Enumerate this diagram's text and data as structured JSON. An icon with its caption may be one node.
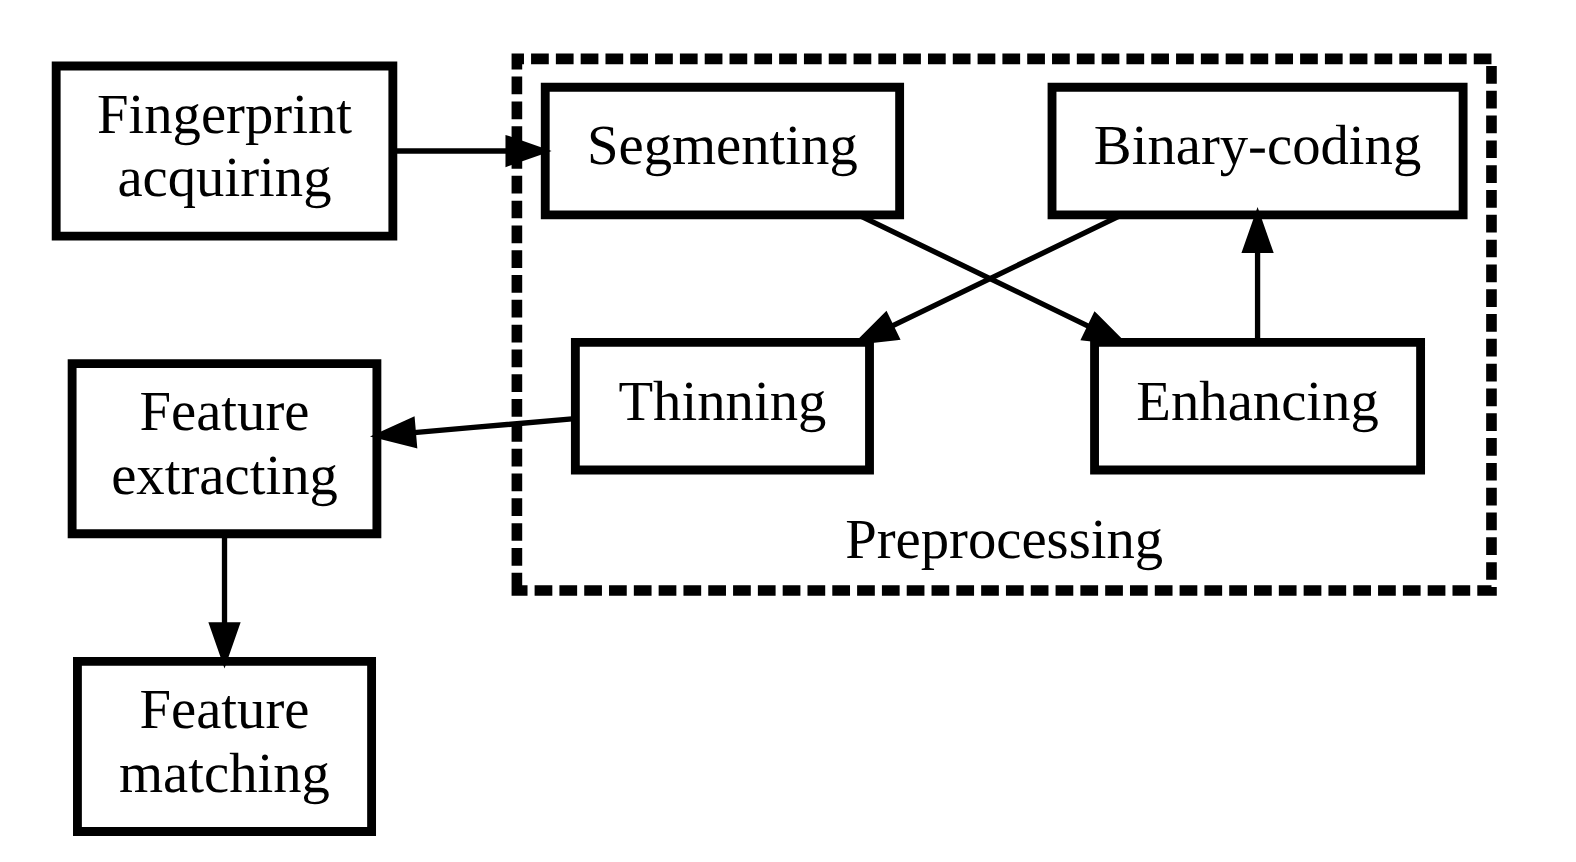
{
  "diagram": {
    "nodes": [
      {
        "text": [
          "Fingerprint acquiring"
        ]
      },
      {
        "text": [
          "Preprocessing"
        ]
      },
      {
        "text": [
          "Segmenting"
        ],
        "in": 1
      },
      {
        "text": [
          "Enhancing"
        ],
        "in": 1
      },
      {
        "text": [
          "Binary-coding"
        ],
        "in": 1
      },
      {
        "text": [
          "Thinning"
        ],
        "in": 1
      },
      {
        "text": [
          "Feature extracting"
        ]
      },
      {
        "text": [
          "Feature matching"
        ]
      }
    ],
    "edges": [
      {
        "from": 0,
        "to": 2,
        "arrow": "to"
      },
      {
        "from": 2,
        "to": 3,
        "arrow": "to"
      },
      {
        "from": 3,
        "to": 4,
        "arrow": "to"
      },
      {
        "from": 4,
        "to": 5,
        "arrow": "to"
      },
      {
        "from": 5,
        "to": 6,
        "arrow": "to"
      },
      {
        "from": 6,
        "to": 7,
        "arrow": "to"
      }
    ]
  }
}
